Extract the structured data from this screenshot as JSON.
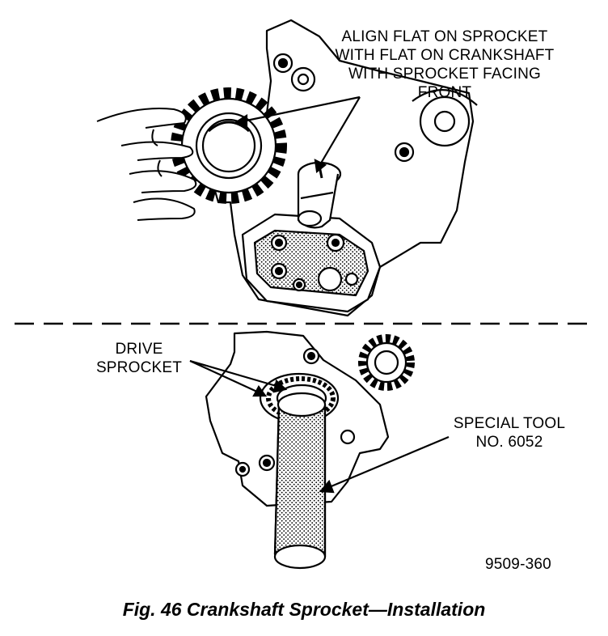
{
  "callouts": {
    "align": [
      "ALIGN FLAT ON SPROCKET",
      "WITH FLAT ON CRANKSHAFT",
      "WITH SPROCKET FACING",
      "FRONT"
    ],
    "drive": [
      "DRIVE",
      "SPROCKET"
    ],
    "tool": [
      "SPECIAL TOOL",
      "NO. 6052"
    ]
  },
  "figure_id": "9509-360",
  "caption": "Fig. 46 Crankshaft Sprocket—Installation",
  "colors": {
    "ink": "#000000",
    "paper": "#ffffff"
  }
}
